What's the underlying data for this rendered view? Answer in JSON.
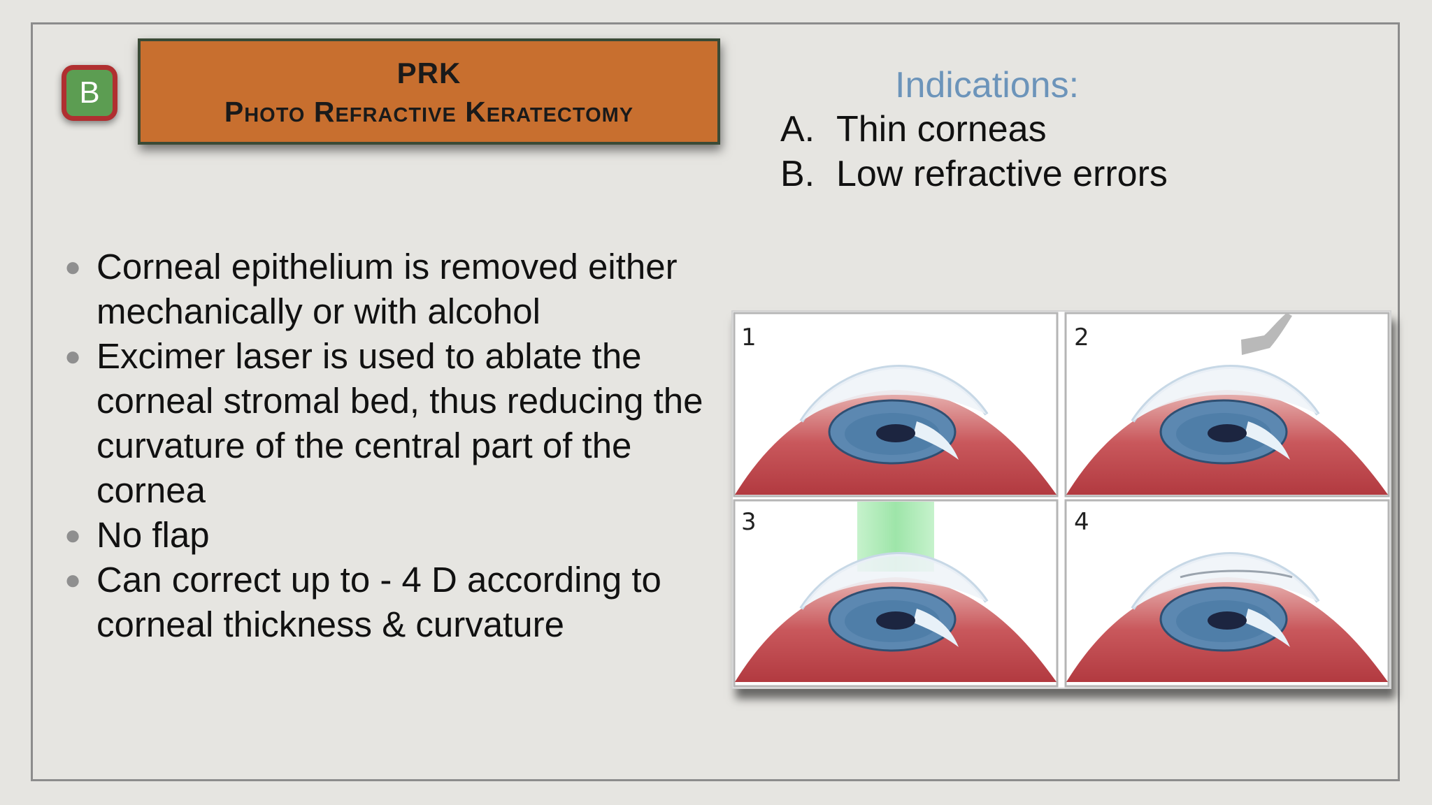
{
  "badge": {
    "label": "B"
  },
  "title": {
    "line1": "PRK",
    "line2": "Photo Refractive Keratectomy"
  },
  "indications": {
    "heading": "Indications:",
    "items": [
      {
        "marker": "A.",
        "text": "Thin corneas"
      },
      {
        "marker": "B.",
        "text": "Low refractive errors"
      }
    ]
  },
  "bullets": [
    "Corneal epithelium is removed either mechanically or with alcohol",
    "Excimer laser is used to ablate the corneal stromal bed, thus reducing the curvature of the central part of the cornea",
    "No flap",
    "Can correct up to - 4 D according to corneal thickness & curvature"
  ],
  "figure": {
    "panel_labels": [
      "1",
      "2",
      "3",
      "4"
    ],
    "colors": {
      "eye_red": "#c24a4e",
      "iris_blue": "#4f7ea8",
      "pupil": "#1c2540",
      "laser_green": "#a6e8b0"
    }
  }
}
